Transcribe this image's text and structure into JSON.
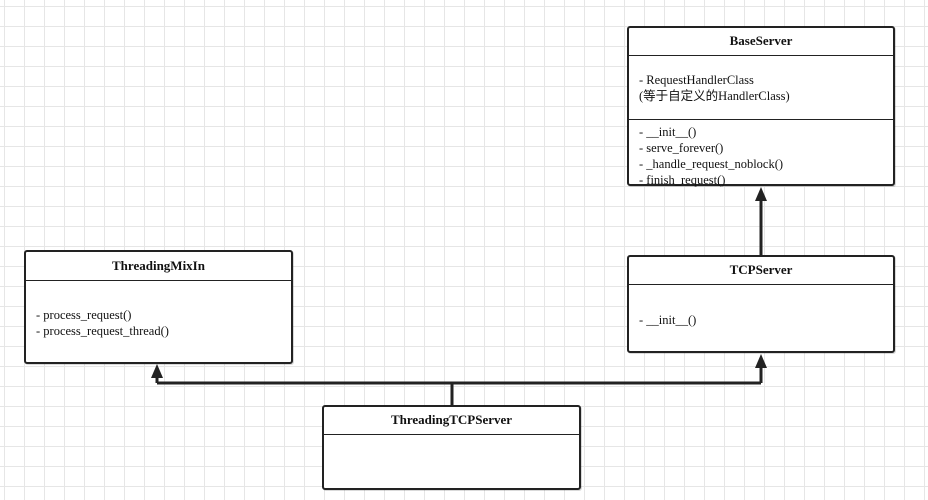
{
  "classes": {
    "base_server": {
      "name": "BaseServer",
      "attributes": [
        "- RequestHandlerClass",
        " (等于自定义的HandlerClass)"
      ],
      "methods": [
        "- __init__()",
        "- serve_forever()",
        "- _handle_request_noblock()",
        "- finish_request()"
      ]
    },
    "tcp_server": {
      "name": "TCPServer",
      "methods": [
        "- __init__()"
      ]
    },
    "threading_mixin": {
      "name": "ThreadingMixIn",
      "methods": [
        "- process_request()",
        "- process_request_thread()"
      ]
    },
    "threading_tcp_server": {
      "name": "ThreadingTCPServer",
      "methods": []
    }
  }
}
